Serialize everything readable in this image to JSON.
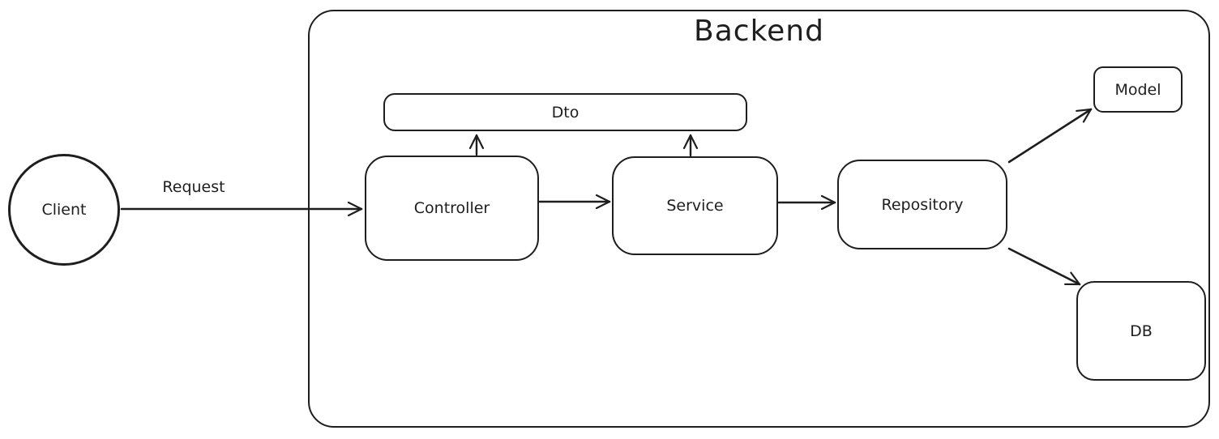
{
  "diagram": {
    "title": "Backend",
    "background": "#ffffff",
    "stroke_color": "#1e1e1e",
    "nodes": {
      "client": {
        "label": "Client",
        "shape": "circle"
      },
      "controller": {
        "label": "Controller",
        "shape": "rounded-rect"
      },
      "service": {
        "label": "Service",
        "shape": "rounded-rect"
      },
      "repository": {
        "label": "Repository",
        "shape": "rounded-rect"
      },
      "dto": {
        "label": "Dto",
        "shape": "rounded-rect"
      },
      "model": {
        "label": "Model",
        "shape": "rounded-rect"
      },
      "db": {
        "label": "DB",
        "shape": "rounded-rect"
      }
    },
    "container": {
      "label": "Backend",
      "contains": [
        "controller",
        "service",
        "repository",
        "dto",
        "model",
        "db"
      ]
    },
    "edges": [
      {
        "from": "client",
        "to": "controller",
        "label": "Request"
      },
      {
        "from": "controller",
        "to": "service",
        "label": ""
      },
      {
        "from": "service",
        "to": "repository",
        "label": ""
      },
      {
        "from": "controller",
        "to": "dto",
        "label": ""
      },
      {
        "from": "service",
        "to": "dto",
        "label": ""
      },
      {
        "from": "repository",
        "to": "model",
        "label": ""
      },
      {
        "from": "repository",
        "to": "db",
        "label": ""
      }
    ]
  }
}
